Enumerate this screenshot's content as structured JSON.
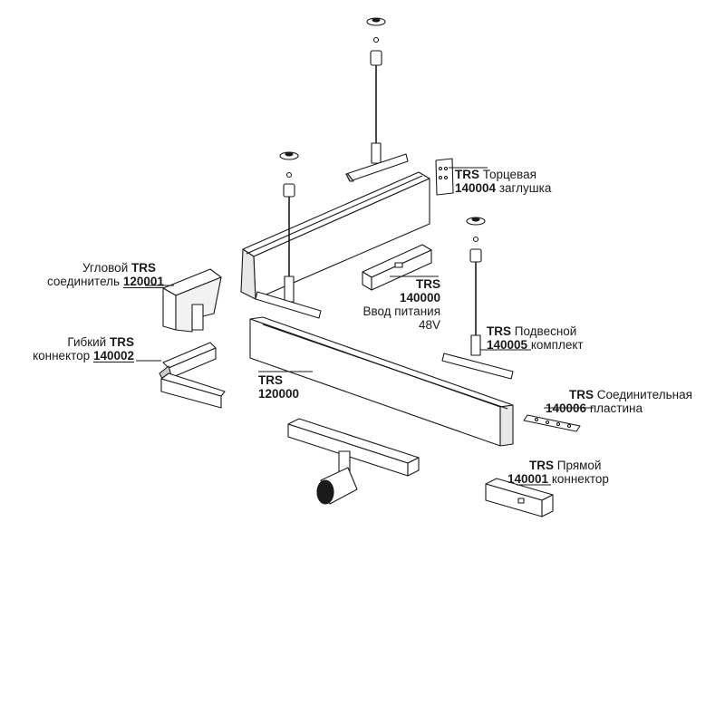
{
  "labels": {
    "end_cap": {
      "brand": "TRS",
      "code": "140004",
      "name_line1": "Торцевая",
      "name_line2": "заглушка"
    },
    "corner": {
      "name_line1": "Угловой",
      "brand": "TRS",
      "name_line2": "соединитель",
      "code": "120001"
    },
    "power": {
      "brand": "TRS",
      "code": "140000",
      "name_line1": "Ввод питания",
      "name_line2": "48V"
    },
    "pendant": {
      "brand": "TRS",
      "name_line1": "Подвесной",
      "code": "140005",
      "name_line2": "комплект"
    },
    "flexible": {
      "name_line1": "Гибкий",
      "brand": "TRS",
      "name_line2": "коннектор",
      "code": "140002"
    },
    "track": {
      "brand": "TRS",
      "code": "120000"
    },
    "plate": {
      "brand": "TRS",
      "name_line1": "Соединительная",
      "code": "140006",
      "name_line2": "пластина"
    },
    "straight": {
      "brand": "TRS",
      "name_line1": "Прямой",
      "code": "140001",
      "name_line2": "коннектор"
    }
  },
  "colors": {
    "line": "#1a1a1a",
    "fill": "#ffffff",
    "shade": "#e8e8e8"
  }
}
